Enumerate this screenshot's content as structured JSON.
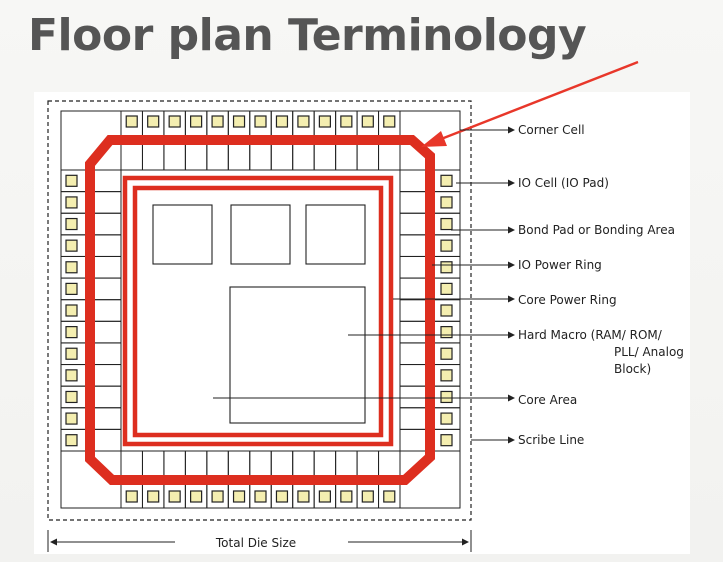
{
  "title": "Floor plan Terminology",
  "colors": {
    "ring": "#dd2e1f",
    "pad_fill": "#f4eeb0",
    "arrow": "#e8372a",
    "line": "#222222"
  },
  "labels": {
    "corner_cell": "Corner Cell",
    "io_cell": "IO Cell  (IO Pad)",
    "bond_pad": "Bond Pad or Bonding Area",
    "io_power_ring": "IO Power Ring",
    "core_power_ring": "Core Power Ring",
    "hard_macro_1": "Hard Macro (RAM/ ROM/",
    "hard_macro_2": "PLL/ Analog",
    "hard_macro_3": "Block)",
    "core_area": "Core Area",
    "scribe_line": "Scribe Line",
    "total_die_size": "Total Die Size"
  }
}
